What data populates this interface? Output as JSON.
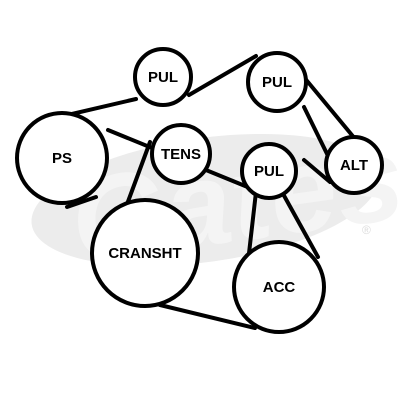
{
  "watermark": {
    "brand": "Gates",
    "registered": "®"
  },
  "pulleys": [
    {
      "id": "pul_top",
      "label": "PUL"
    },
    {
      "id": "pul_right",
      "label": "PUL"
    },
    {
      "id": "ps",
      "label": "PS"
    },
    {
      "id": "tens",
      "label": "TENS"
    },
    {
      "id": "pul_mid",
      "label": "PUL"
    },
    {
      "id": "alt",
      "label": "ALT"
    },
    {
      "id": "cransht",
      "label": "CRANSHT"
    },
    {
      "id": "acc",
      "label": "ACC"
    }
  ],
  "colors": {
    "line": "#000000",
    "background": "#ffffff",
    "watermark": "#ececec"
  }
}
